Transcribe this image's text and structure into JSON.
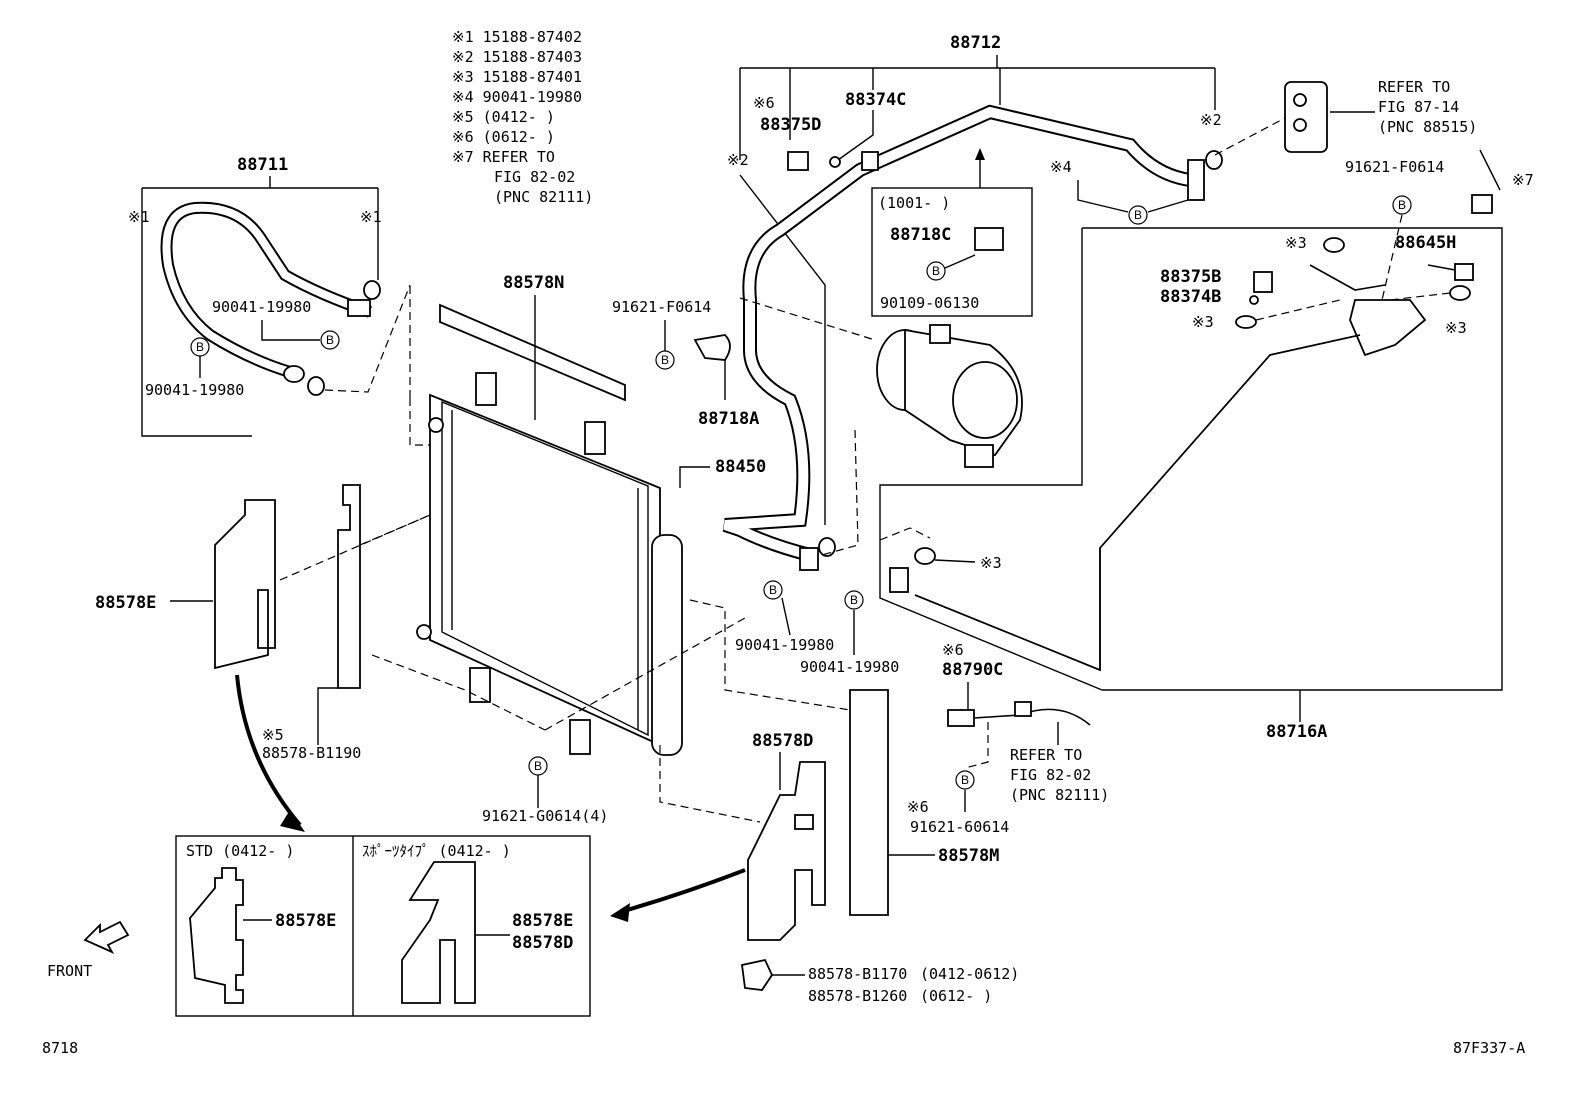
{
  "notes": {
    "n1": "※1  15188-87402",
    "n2": "※2  15188-87403",
    "n3": "※3  15188-87401",
    "n4": "※4  90041-19980",
    "n5": "※5  (0412-      )",
    "n6": "※6  (0612-      )",
    "n7a": "※7  REFER TO",
    "n7b": "FIG 82-02",
    "n7c": "(PNC 82111)"
  },
  "labels": {
    "p88711": "88711",
    "p88712": "88712",
    "x1_left": "※1",
    "x1_right": "※1",
    "p90041_a": "90041-19980",
    "p90041_b": "90041-19980",
    "p88578N": "88578N",
    "p91621_f0614_a": "91621-F0614",
    "p88718A": "88718A",
    "p88450": "88450",
    "p88578E": "88578E",
    "x5": "※5",
    "p88578_B1190": "88578-B1190",
    "p91621_G0614": "91621-G0614(4)",
    "p90041_c": "90041-19980",
    "p90041_d": "90041-19980",
    "p88578D": "88578D",
    "p88578M": "88578M",
    "x6_a": "※6",
    "p88375D": "88375D",
    "p88374C": "88374C",
    "x2_a": "※2",
    "x2_b": "※2",
    "x4": "※4",
    "box_1001": "(1001-    )",
    "p88718C": "88718C",
    "p90109": "90109-06130",
    "refer_87_a": "REFER TO",
    "refer_87_b": "FIG 87-14",
    "refer_87_c": "(PNC 88515)",
    "p91621_f0614_b": "91621-F0614",
    "x7": "※7",
    "x3_a": "※3",
    "p88645H": "88645H",
    "p88375B": "88375B",
    "p88374B": "88374B",
    "x3_b": "※3",
    "x3_c": "※3",
    "x3_d": "※3",
    "x6_b": "※6",
    "p88790C": "88790C",
    "refer_82_a": "REFER TO",
    "refer_82_b": "FIG 82-02",
    "refer_82_c": "(PNC 82111)",
    "x6_c": "※6",
    "p91621_60614": "91621-60614",
    "p88716A": "88716A",
    "std": "STD (0412-   )",
    "sport": "ｽﾎﾟｰﾂﾀｲﾌﾟ (0412-   )",
    "std_88578E": "88578E",
    "sport_88578E": "88578E",
    "sport_88578D": "88578D",
    "b1170": "88578-B1170",
    "b1170_date": "(0412-0612)",
    "b1260": "88578-B1260",
    "b1260_date": "(0612-     )",
    "front": "FRONT",
    "page_left": "8718",
    "page_right": "87F337-A",
    "bolt": "B"
  }
}
